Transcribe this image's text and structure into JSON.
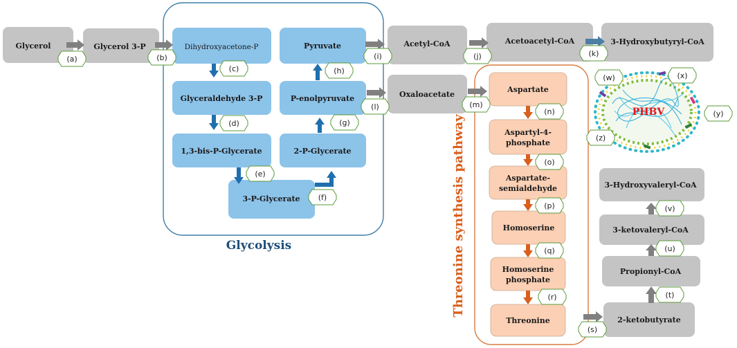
{
  "titles": {
    "glycolysis": "Glycolysis",
    "threonine": "Threonine synthesis pathway"
  },
  "nodes": {
    "glycerol": "Glycerol",
    "glycerol3p": "Glycerol 3-P",
    "dhap": "Dihydroxyacetone-P",
    "g3p": "Glyceraldehyde 3-P",
    "bpg": "1,3-bis-P-Glycerate",
    "pg3": "3-P-Glycerate",
    "pg2": "2-P-Glycerate",
    "pep": "P-enolpyruvate",
    "pyruvate": "Pyruvate",
    "acetylcoa": "Acetyl-CoA",
    "acetoacetylcoa": "Acetoacetyl-CoA",
    "hbcoa": "3-Hydroxybutyryl-CoA",
    "oxaloacetate": "Oxaloacetate",
    "aspartate": "Aspartate",
    "asp4p_1": "Aspartyl-4-",
    "asp4p_2": "phosphate",
    "aspsa_1": "Aspartate-",
    "aspsa_2": "semialdehyde",
    "homoserine": "Homoserine",
    "hsp_1": "Homoserine",
    "hsp_2": "phosphate",
    "threonine": "Threonine",
    "ketobutyrate": "2-ketobutyrate",
    "propionylcoa": "Propionyl-CoA",
    "ketovalerylcoa": "3-ketovaleryl-CoA",
    "hvcoa": "3-Hydroxyvaleryl-CoA",
    "phbv": "PHBV"
  },
  "steps": {
    "a": "(a)",
    "b": "(b)",
    "c": "(c)",
    "d": "(d)",
    "e": "(e)",
    "f": "(f)",
    "g": "(g)",
    "h": "(h)",
    "i": "(i)",
    "j": "(j)",
    "k": "(k)",
    "l": "(l)",
    "m": "(m)",
    "n": "(n)",
    "o": "(o)",
    "p": "(p)",
    "q": "(q)",
    "r": "(r)",
    "s": "(s)",
    "t": "(t)",
    "u": "(u)",
    "v": "(v)",
    "w": "(w)",
    "x": "(x)",
    "y": "(y)",
    "z": "(z)"
  },
  "colors": {
    "gray_node": "#c4c4c4",
    "blue_node": "#8cc3e9",
    "orange_node": "#fbd0b5",
    "blue_arrow": "#1f6fae",
    "orange_arrow": "#d8601c",
    "gray_arrow": "#808080",
    "tag_border": "#5a9a3a",
    "glycolysis_frame": "#3d7ea6",
    "threonine_frame": "#d97b3f"
  }
}
